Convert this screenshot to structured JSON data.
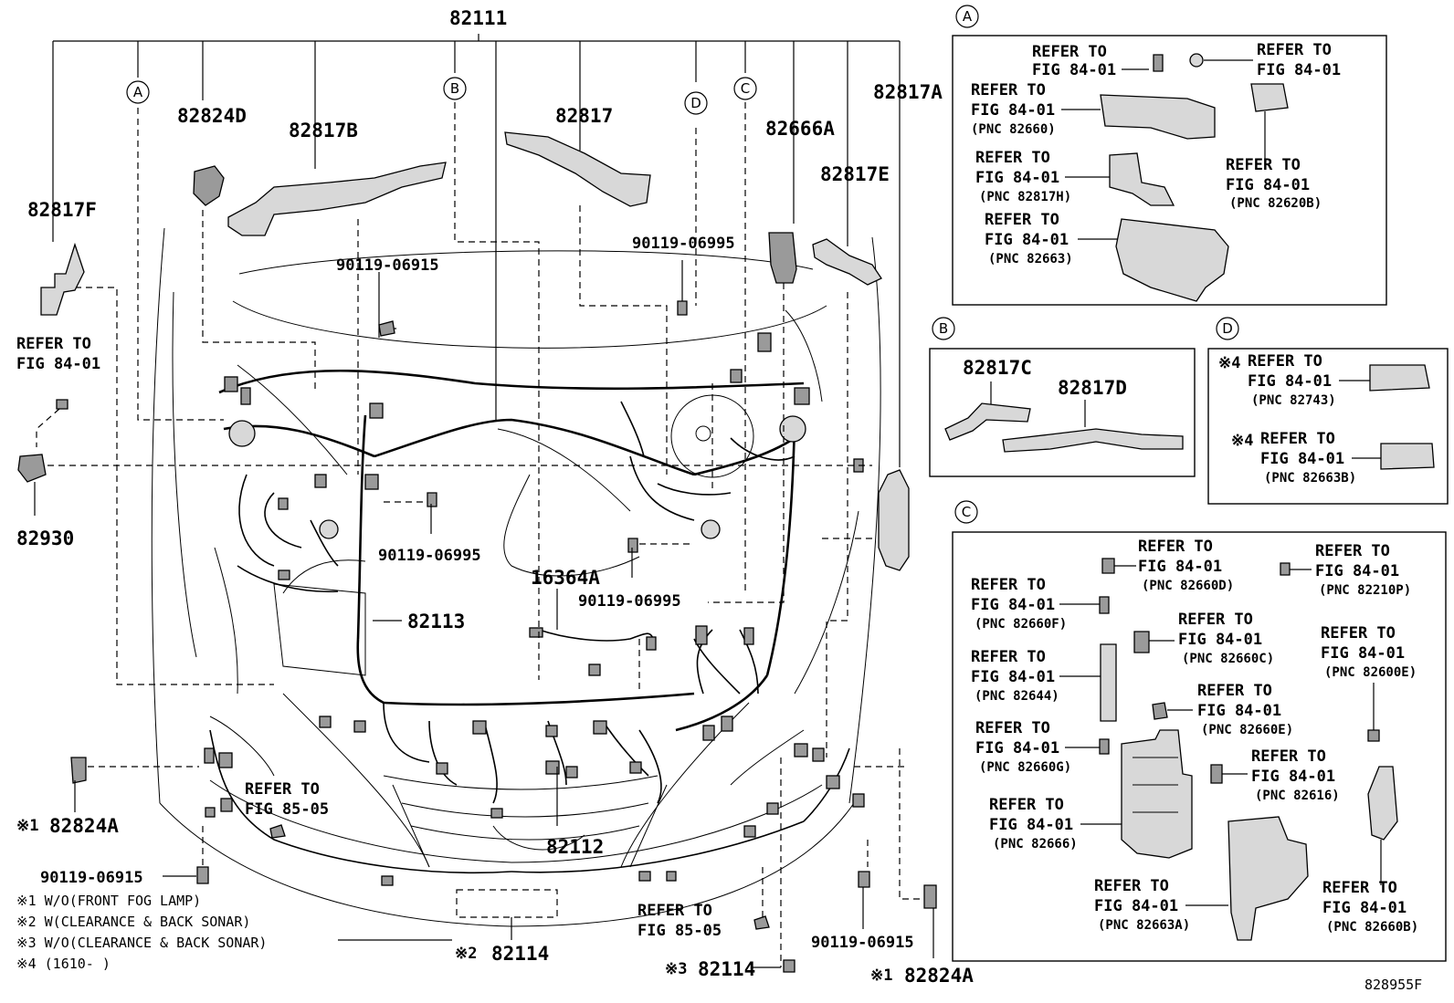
{
  "part_numbers": {
    "main_harness": "82111",
    "p82817F": "82817F",
    "p82824D": "82824D",
    "p82817B": "82817B",
    "p82817": "82817",
    "p82666A": "82666A",
    "p82817A": "82817A",
    "p82817E": "82817E",
    "bolt_90119_06915_a": "90119-06915",
    "bolt_90119_06995_top": "90119-06995",
    "bolt_90119_06995_mid": "90119-06995",
    "bolt_90119_06995_low": "90119-06995",
    "p82930": "82930",
    "p16364A": "16364A",
    "p82113": "82113",
    "p82112": "82112",
    "p82824A_left": "82824A",
    "p82824A_right": "82824A",
    "bolt_90119_06915_b": "90119-06915",
    "bolt_90119_06915_c": "90119-06915",
    "p82114_a": "82114",
    "p82114_b": "82114"
  },
  "markers": {
    "left_1": "※1",
    "right_1": "※1",
    "mid_2": "※2",
    "mid_3": "※3"
  },
  "callouts": {
    "a": "A",
    "b": "B",
    "c": "C",
    "d": "D"
  },
  "refer_lines": {
    "refer_to": "REFER TO",
    "fig_84": "FIG 84-01",
    "fig_85": "FIG 85-05"
  },
  "notes": [
    "※1 W/O(FRONT FOG LAMP)",
    "※2 W(CLEARANCE & BACK SONAR)",
    "※3 W/O(CLEARANCE & BACK SONAR)",
    "※4 (1610-      )"
  ],
  "inset_a": {
    "refs": [
      "REFER TO",
      "FIG 84-01",
      "REFER TO",
      "FIG 84-01",
      "REFER TO",
      "FIG 84-01",
      "(PNC 82660)",
      "REFER TO",
      "FIG 84-01",
      "(PNC 82817H)",
      "REFER TO",
      "FIG 84-01",
      "(PNC 82620B)",
      "REFER TO",
      "FIG 84-01",
      "(PNC 82663)"
    ]
  },
  "inset_b": {
    "p82817C": "82817C",
    "p82817D": "82817D"
  },
  "inset_d": {
    "mark": "※4",
    "pnc_1": "(PNC 82743)",
    "pnc_2": "(PNC 82663B)"
  },
  "inset_c": {
    "pnc_82660D": "(PNC 82660D)",
    "pnc_82210P": "(PNC 82210P)",
    "pnc_82660F": "(PNC 82660F)",
    "pnc_82660C": "(PNC 82660C)",
    "pnc_82644": "(PNC 82644)",
    "pnc_82600E": "(PNC 82600E)",
    "pnc_82660E": "(PNC 82660E)",
    "pnc_82660G": "(PNC 82660G)",
    "pnc_82616": "(PNC 82616)",
    "pnc_82666": "(PNC 82666)",
    "pnc_82663A": "(PNC 82663A)",
    "pnc_82660B": "(PNC 82660B)"
  },
  "diagram_code": "828955F"
}
